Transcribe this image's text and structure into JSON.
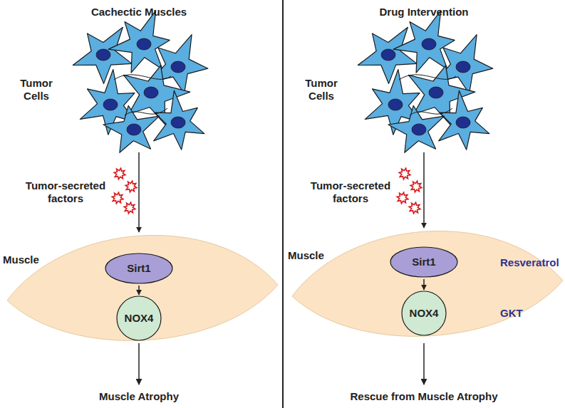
{
  "diagram": {
    "nodes": [
      {
        "text": [
          "Tumor Cells"
        ]
      },
      {
        "text": [
          "Muscle"
        ]
      },
      {
        "text": [
          "Sirt1"
        ],
        "in": 1
      },
      {
        "text": [
          "NOX4"
        ],
        "in": 1
      },
      {
        "text": [
          "Tumor Cells"
        ]
      },
      {
        "text": [
          "Muscle"
        ]
      },
      {
        "text": [
          "Sirt1"
        ],
        "in": 5
      },
      {
        "text": [
          "NOX4"
        ],
        "in": 5
      }
    ],
    "edges": [
      {
        "from": 0,
        "to": 1,
        "arrow": "to"
      },
      {
        "from": 2,
        "to": 3,
        "arrow": "to"
      },
      {
        "from": 4,
        "to": 5,
        "arrow": "to"
      },
      {
        "from": 6,
        "to": 7,
        "arrow": "to"
      }
    ],
    "labels": [
      "Cachectic Muscles",
      "Tumor-secreted factors",
      "Muscle Atrophy",
      "Drug Intervention",
      "Tumor-secreted factors",
      "Resveratrol",
      "GKT",
      "Rescue from Muscle Atrophy"
    ]
  }
}
